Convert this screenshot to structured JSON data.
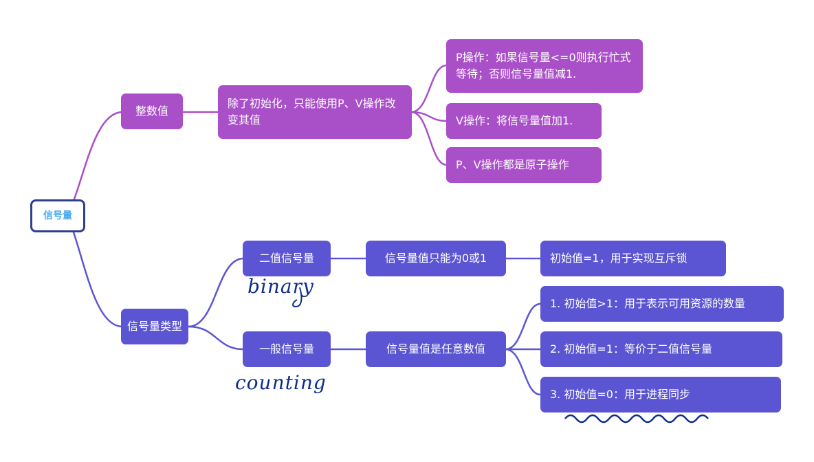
{
  "root": {
    "label": "信号量"
  },
  "integer": {
    "label": "整数值",
    "desc": "除了初始化，只能使用P、V操作改变其值",
    "ops": [
      "P操作：如果信号量<=0则执行忙式等待；否则信号量值减1.",
      "V操作：将信号量值加1.",
      "P、V操作都是原子操作"
    ]
  },
  "types": {
    "label": "信号量类型",
    "binary": {
      "label": "二值信号量",
      "desc": "信号量值只能为0或1",
      "usage": [
        "初始值=1，用于实现互斥锁"
      ],
      "handwriting": "binary"
    },
    "counting": {
      "label": "一般信号量",
      "desc": "信号量值是任意数值",
      "usage": [
        "1. 初始值>1：用于表示可用资源的数量",
        "2. 初始值=1：等价于二值信号量",
        "3. 初始值=0：用于进程同步"
      ],
      "handwriting": "counting"
    }
  },
  "colors": {
    "integer_branch": "#a94fc8",
    "types_branch": "#5b55d3",
    "root_border": "#2e3f8c",
    "root_text": "#43a8f0",
    "handwriting": "#0d2d8a"
  }
}
